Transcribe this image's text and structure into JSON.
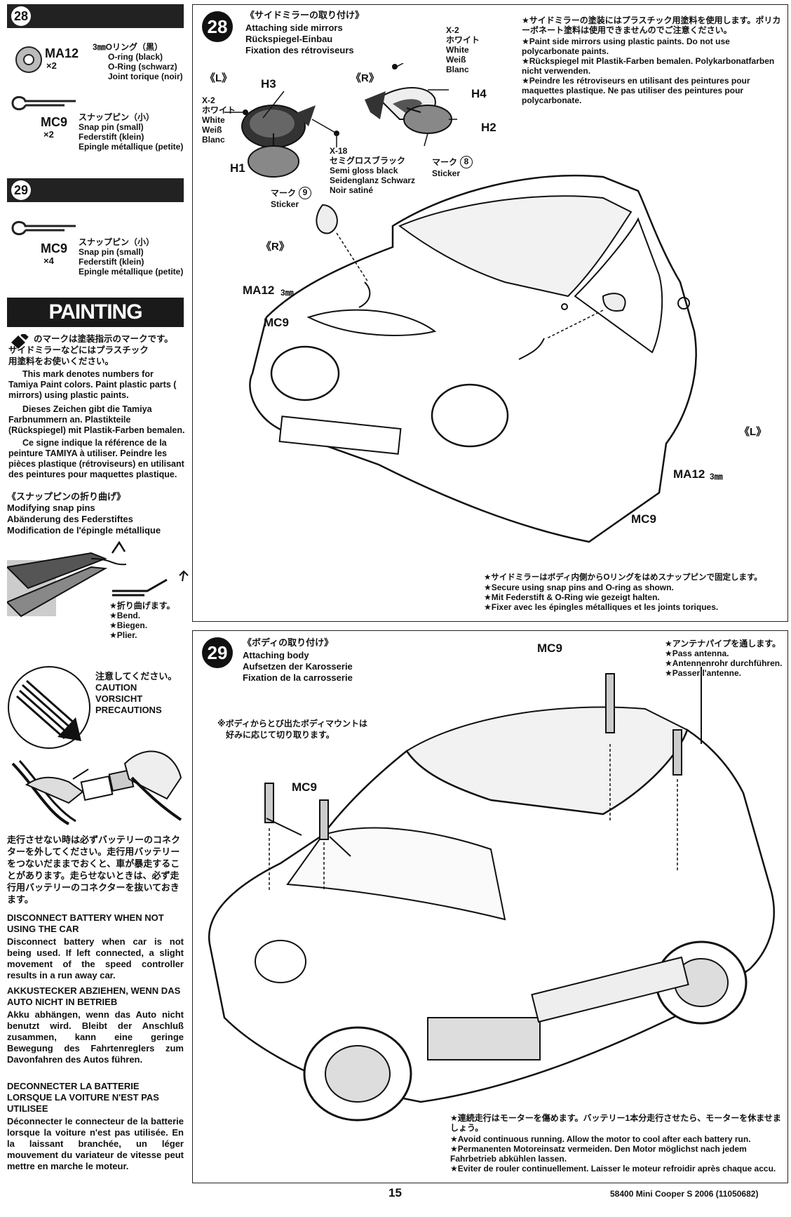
{
  "left": {
    "step28": {
      "num": "28"
    },
    "ma12": {
      "code": "MA12",
      "qty": "×2",
      "jp": "3㎜Oリング（黒）",
      "en": "O-ring (black)",
      "de": "O-Ring (schwarz)",
      "fr": "Joint torique (noir)"
    },
    "mc9a": {
      "code": "MC9",
      "qty": "×2",
      "jp": "スナップピン（小）",
      "en": "Snap pin (small)",
      "de": "Federstift (klein)",
      "fr": "Epingle métallique (petite)"
    },
    "step29": {
      "num": "29"
    },
    "mc9b": {
      "code": "MC9",
      "qty": "×4",
      "jp": "スナップピン（小）",
      "en": "Snap pin (small)",
      "de": "Federstift (klein)",
      "fr": "Epingle métallique (petite)"
    },
    "painting": {
      "title": "PAINTING",
      "jp1": "のマークは塗装指示のマークです。",
      "jp2": "サイドミラーなどにはプラスチック",
      "jp3": "用塗料をお使いください。",
      "en": "This mark denotes numbers for Tamiya Paint colors. Paint plastic parts ( mirrors) using plastic paints.",
      "de": "Dieses Zeichen gibt die Tamiya Farbnummern an. Plastikteile (Rückspiegel) mit Plastik-Farben bemalen.",
      "fr": "Ce signe indique la référence de la peinture TAMIYA à utiliser. Peindre les pièces plastique (rétroviseurs) en utilisant des peintures pour maquettes plastique."
    },
    "snap": {
      "jp": "《スナップピンの折り曲げ》",
      "en": "Modifying snap pins",
      "de": "Abänderung des Federstiftes",
      "fr": "Modification de l'épingle métallique",
      "bend_jp": "★折り曲げます。",
      "bend_en": "★Bend.",
      "bend_de": "★Biegen.",
      "bend_fr": "★Plier."
    },
    "caution": {
      "jp": "注意してください。",
      "en": "CAUTION",
      "de": "VORSICHT",
      "fr": "PRECAUTIONS",
      "jp_body": "走行させない時は必ずバッテリーのコネクターを外してください。走行用バッテリーをつないだままでおくと、車が暴走することがあります。走らせないときは、必ず走行用バッテリーのコネクターを抜いておきます。",
      "en_title": "DISCONNECT BATTERY WHEN NOT USING THE CAR",
      "en_body": "Disconnect battery when car is not being used. If left connected, a slight movement of the speed controller results in a run away car.",
      "de_title": "AKKUSTECKER ABZIEHEN, WENN DAS AUTO NICHT IN BETRIEB",
      "de_body": "Akku abhängen, wenn das Auto nicht benutzt wird. Bleibt der Anschluß zusammen, kann eine geringe Bewegung des Fahrtenreglers zum Davonfahren des Autos führen.",
      "fr_title": "DECONNECTER LA BATTERIE LORSQUE LA VOITURE N'EST PAS UTILISEE",
      "fr_body": "Déconnecter le connecteur de la batterie lorsque la voiture n'est pas utilisée. En la laissant branchée, un léger mouvement du variateur de vitesse peut mettre en marche le moteur."
    }
  },
  "panel28": {
    "num": "28",
    "jp": "《サイドミラーの取り付け》",
    "en": "Attaching side mirrors",
    "de": "Rückspiegel-Einbau",
    "fr": "Fixation des rétroviseurs",
    "note_jp": "★サイドミラーの塗装にはプラスチック用塗料を使用します。ポリカーボネート塗料は使用できませんのでご注意ください。",
    "note_en": "★Paint side mirrors using plastic paints. Do not use polycarbonate paints.",
    "note_de": "★Rückspiegel mit Plastik-Farben bemalen. Polykarbonatfarben nicht verwenden.",
    "note_fr": "★Peindre les rétroviseurs en utilisant des peintures pour maquettes plastique. Ne pas utiliser des peintures pour polycarbonate.",
    "l": "《L》",
    "r": "《R》",
    "h1": "H1",
    "h2": "H2",
    "h3": "H3",
    "h4": "H4",
    "x2l": [
      "X-2",
      "ホワイト",
      "White",
      "Weiß",
      "Blanc"
    ],
    "x2r": [
      "X-2",
      "ホワイト",
      "White",
      "Weiß",
      "Blanc"
    ],
    "x18": [
      "X-18",
      "セミグロスブラック",
      "Semi gloss black",
      "Seidenglanz Schwarz",
      "Noir satiné"
    ],
    "mark9": "マーク",
    "mark9n": "9",
    "sticker": "Sticker",
    "mark8": "マーク",
    "mark8n": "8",
    "r2": "《R》",
    "ma12": "MA12",
    "mm": "3㎜",
    "mc9": "MC9",
    "l2": "《L》",
    "ma12b": "MA12",
    "mmb": "3㎜",
    "mc9b": "MC9",
    "bottom_jp": "★サイドミラーはボディ内側からOリングをはめスナップピンで固定します。",
    "bottom_en": "★Secure using snap pins and O-ring as shown.",
    "bottom_de": "★Mit Federstift & O-Ring wie gezeigt halten.",
    "bottom_fr": "★Fixer avec les épingles métalliques et les joints toriques."
  },
  "panel29": {
    "num": "29",
    "jp": "《ボディの取り付け》",
    "en": "Attaching body",
    "de": "Aufsetzen der Karosserie",
    "fr": "Fixation de la carrosserie",
    "mount_jp1": "※ボディからとび出たボディマウントは",
    "mount_jp2": "好みに応じて切り取ります。",
    "mc9a": "MC9",
    "mc9b": "MC9",
    "ant_jp": "★アンテナパイプを通します。",
    "ant_en": "★Pass antenna.",
    "ant_de": "★Antennenrohr durchführen.",
    "ant_fr": "★Passer l'antenne.",
    "run_jp": "★連続走行はモーターを傷めます。バッテリー1本分走行させたら、モーターを休ませましょう。",
    "run_en": "★Avoid continuous running. Allow the motor to cool after each battery run.",
    "run_de": "★Permanenten Motoreinsatz vermeiden. Den Motor möglichst nach jedem Fahrbetrieb abkühlen lassen.",
    "run_fr": "★Eviter de rouler continuellement. Laisser le moteur refroidir après chaque accu."
  },
  "footer": {
    "page": "15",
    "code": "58400  Mini Cooper S 2006 (11050682)"
  }
}
